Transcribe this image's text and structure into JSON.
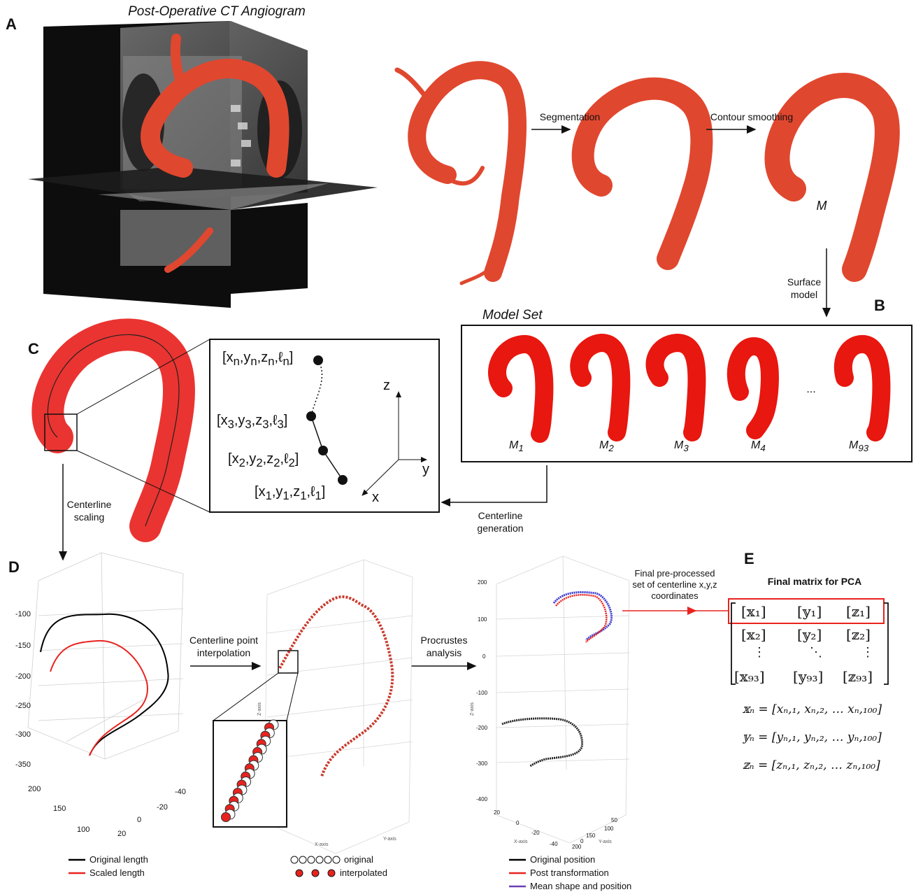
{
  "panels": {
    "A": "A",
    "B": "B",
    "C": "C",
    "D": "D",
    "E": "E"
  },
  "panel_a": {
    "title": "Post-Operative CT Angiogram",
    "step1": "Segmentation",
    "step2": "Contour smoothing",
    "model_label": "M",
    "step3_line1": "Surface",
    "step3_line2": "model"
  },
  "panel_b": {
    "title": "Model Set",
    "ellipsis": "...",
    "models": [
      {
        "base": "M",
        "sub": "1"
      },
      {
        "base": "M",
        "sub": "2"
      },
      {
        "base": "M",
        "sub": "3"
      },
      {
        "base": "M",
        "sub": "4"
      },
      {
        "base": "M",
        "sub": "93"
      }
    ]
  },
  "panel_c": {
    "points": [
      {
        "x": "x",
        "y": "y",
        "z": "z",
        "l": "ℓ",
        "sub": "n"
      },
      {
        "x": "x",
        "y": "y",
        "z": "z",
        "l": "ℓ",
        "sub": "3"
      },
      {
        "x": "x",
        "y": "y",
        "z": "z",
        "l": "ℓ",
        "sub": "2"
      },
      {
        "x": "x",
        "y": "y",
        "z": "z",
        "l": "ℓ",
        "sub": "1"
      }
    ],
    "axis_z": "z",
    "axis_y": "y",
    "axis_x": "x",
    "centerline_generation_1": "Centerline",
    "centerline_generation_2": "generation",
    "centerline_scaling_1": "Centerline",
    "centerline_scaling_2": "scaling"
  },
  "panel_d": {
    "interp_1": "Centerline point",
    "interp_2": "interpolation",
    "procrustes_1": "Procrustes",
    "procrustes_2": "analysis",
    "plot1": {
      "yticks": [
        "-100",
        "-150",
        "-200",
        "-250",
        "-300",
        "-350"
      ],
      "xticks_left": [
        "200",
        "150",
        "100"
      ],
      "xticks_right": [
        "-40",
        "-20",
        "0",
        "20"
      ],
      "legend": [
        {
          "label": "Original length",
          "color": "#000000"
        },
        {
          "label": "Scaled length",
          "color": "#e8231f"
        }
      ]
    },
    "plot2": {
      "legend": [
        {
          "label": "original",
          "marker": "open"
        },
        {
          "label": "interpolated",
          "marker": "filled"
        }
      ],
      "ylabel": "Z-axis",
      "xlabel": "X-axis",
      "ylabel2": "Y-axis"
    },
    "plot3": {
      "yticks": [
        "200",
        "100",
        "0",
        "-100",
        "-200",
        "-300",
        "-400"
      ],
      "ylabel": "Z-axis",
      "xlabel": "X-axis",
      "ylabel2": "Y-axis",
      "xticks": [
        "20",
        "0",
        "-20",
        "-40"
      ],
      "yticks2": [
        "0",
        "50",
        "100",
        "150",
        "200"
      ],
      "legend": [
        {
          "label": "Original position",
          "color": "#000000"
        },
        {
          "label": "Post transformation",
          "color": "#e8231f"
        },
        {
          "label": "Mean shape and position",
          "color": "#6b3fb5"
        }
      ]
    }
  },
  "panel_e": {
    "arrow_label_1": "Final pre-processed",
    "arrow_label_2": "set of centerline x,y,z",
    "arrow_label_3": "coordinates",
    "title": "Final matrix for PCA",
    "rows": [
      [
        "[𝕩₁]",
        "[𝕪₁]",
        "[𝕫₁]"
      ],
      [
        "[𝕩₂]",
        "[𝕪₂]",
        "[𝕫₂]"
      ],
      [
        "⋮",
        "⋱",
        "⋮"
      ],
      [
        "[𝕩₉₃]",
        "[𝕪₉₃]",
        "[𝕫₉₃]"
      ]
    ],
    "eq_x": "𝕩ₙ = [xₙ,₁, xₙ,₂, … xₙ,₁₀₀]",
    "eq_y": "𝕪ₙ = [yₙ,₁, yₙ,₂, … yₙ,₁₀₀]",
    "eq_z": "𝕫ₙ = [zₙ,₁, zₙ,₂, … zₙ,₁₀₀]"
  }
}
